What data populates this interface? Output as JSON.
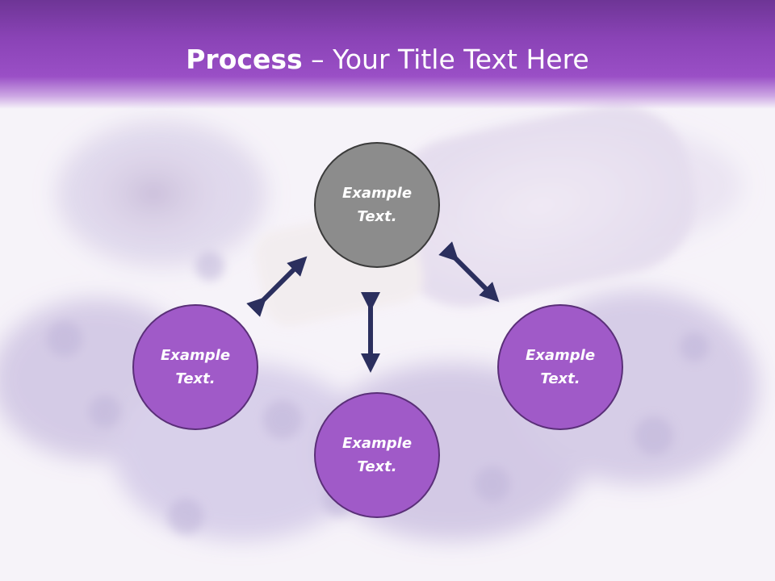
{
  "title": {
    "bold": "Process",
    "rest": " – Your Title Text Here"
  },
  "nodes": {
    "top": {
      "line1": "Example",
      "line2": "Text."
    },
    "left": {
      "line1": "Example",
      "line2": "Text."
    },
    "bottom": {
      "line1": "Example",
      "line2": "Text."
    },
    "right": {
      "line1": "Example",
      "line2": "Text."
    }
  },
  "colors": {
    "title_bar": "#8a43b6",
    "node_gray": "#8c8c8c",
    "node_purple": "#a05ac8",
    "arrow": "#2b2f5e"
  }
}
